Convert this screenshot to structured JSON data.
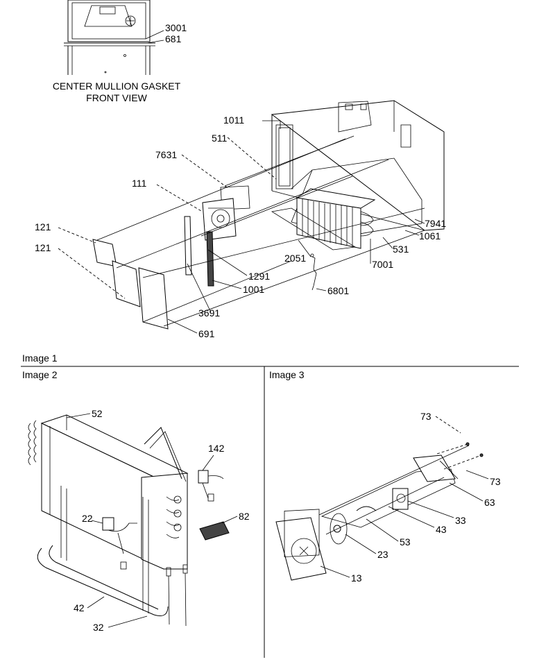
{
  "gasket_view": {
    "title_line1": "CENTER MULLION GASKET",
    "title_line2": "FRONT VIEW"
  },
  "panels": {
    "image1_label": "Image 1",
    "image2_label": "Image 2",
    "image3_label": "Image 3"
  },
  "callouts": {
    "p3001": "3001",
    "p681": "681",
    "p1011": "1011",
    "p511": "511",
    "p7631": "7631",
    "p111": "111",
    "p121a": "121",
    "p121b": "121",
    "p7941": "7941",
    "p1061": "1061",
    "p531": "531",
    "p2051": "2051",
    "p7001": "7001",
    "p1291": "1291",
    "p1001": "1001",
    "p6801": "6801",
    "p3691": "3691",
    "p691": "691",
    "p52": "52",
    "p142": "142",
    "p22": "22",
    "p82": "82",
    "p42": "42",
    "p32": "32",
    "p73a": "73",
    "p73b": "73",
    "p63": "63",
    "p33": "33",
    "p43": "43",
    "p53": "53",
    "p23": "23",
    "p13": "13"
  }
}
